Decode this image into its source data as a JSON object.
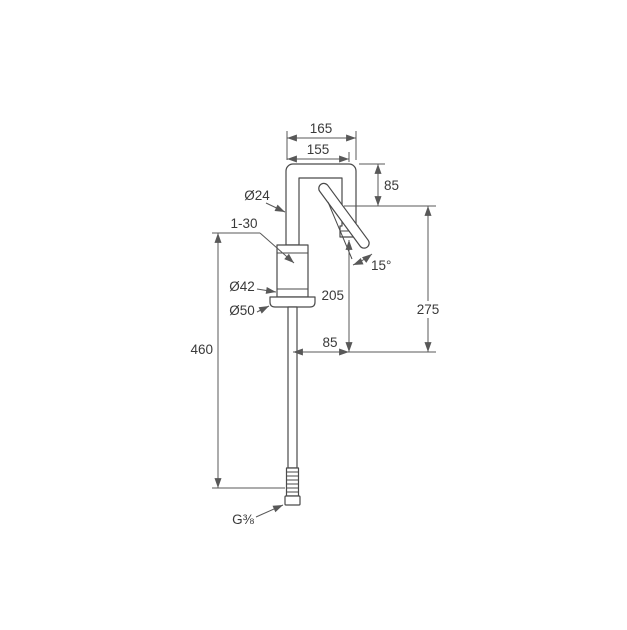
{
  "drawing": {
    "labels": {
      "dim_165": "165",
      "dim_155": "155",
      "dim_85_spout": "85",
      "dia_spout": "Ø24",
      "mount_range": "1-30",
      "angle": "15°",
      "dim_205": "205",
      "dim_275": "275",
      "dia_body": "Ø42",
      "dia_base": "Ø50",
      "dim_460": "460",
      "dim_85_offset": "85",
      "thread": "G⅜"
    },
    "colors": {
      "background": "#ffffff",
      "part_line": "#4a4a4a",
      "dimension_line": "#585858",
      "text": "#3a3a3a"
    }
  }
}
